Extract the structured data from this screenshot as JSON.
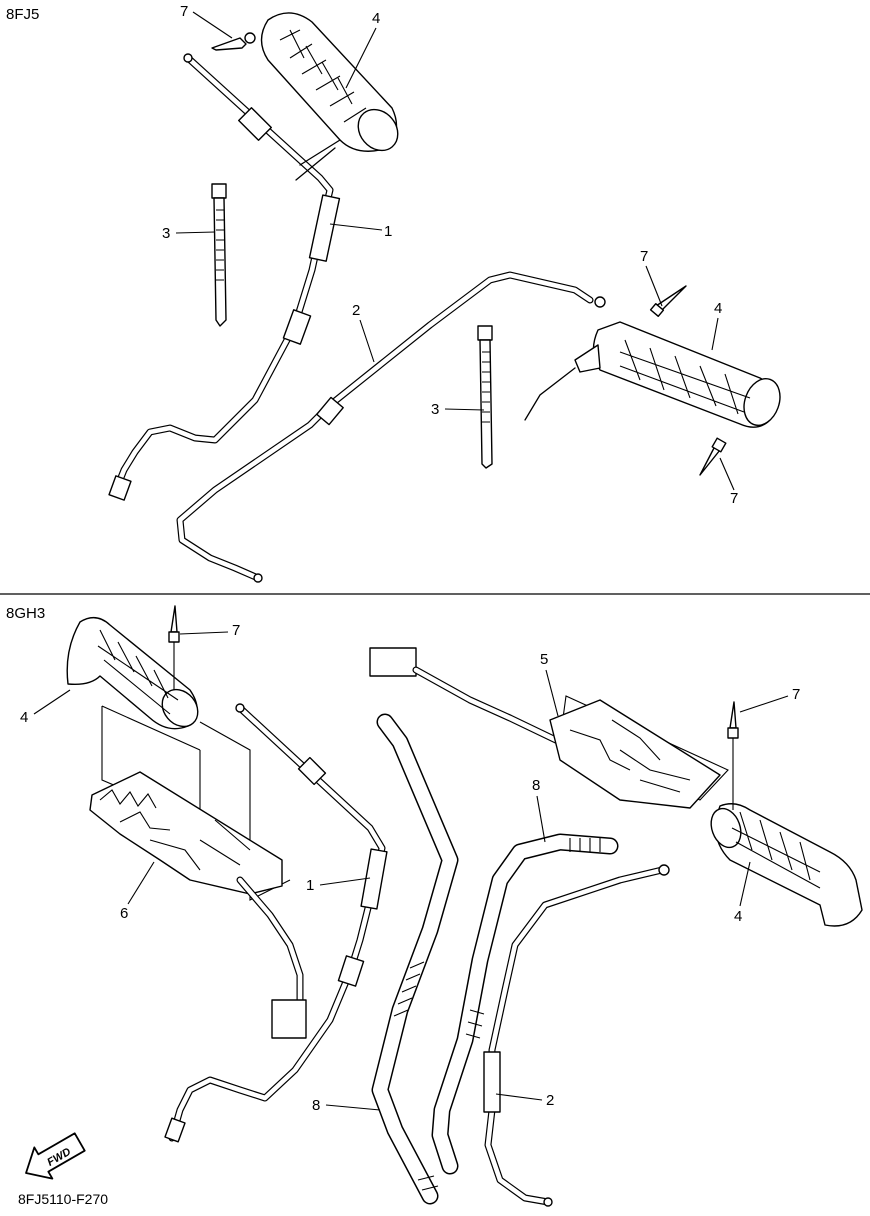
{
  "sections": [
    {
      "model": "8FJ5"
    },
    {
      "model": "8GH3"
    }
  ],
  "callouts": {
    "top": [
      "7",
      "4",
      "1",
      "3",
      "2",
      "7",
      "4",
      "3",
      "7"
    ],
    "bottom": [
      "7",
      "4",
      "5",
      "7",
      "8",
      "6",
      "1",
      "4",
      "8",
      "2"
    ]
  },
  "direction_badge": "FWD",
  "drawing_code": "8FJ5110-F270"
}
